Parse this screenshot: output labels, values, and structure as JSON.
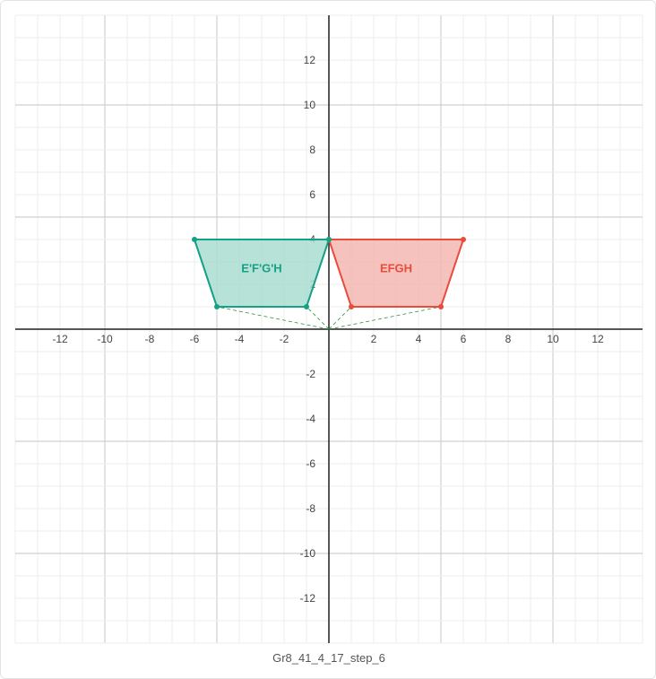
{
  "caption": "Gr8_41_4_17_step_6",
  "colors": {
    "original": "#e74c3c",
    "original_fill": "#f5b7b1",
    "image": "#16a085",
    "image_fill": "#a9ddd0",
    "guide": "#2e8b3e",
    "axis": "#222222",
    "grid_major": "#d0d0d0",
    "grid_minor": "#ececec"
  },
  "chart_data": {
    "type": "scatter",
    "xlim": [
      -14,
      14
    ],
    "ylim": [
      -14,
      14
    ],
    "grid": true,
    "x_ticks": [
      -12,
      -10,
      -8,
      -6,
      -4,
      -2,
      2,
      4,
      6,
      8,
      10,
      12
    ],
    "y_ticks": [
      12,
      10,
      8,
      6,
      4,
      2,
      -2,
      -4,
      -6,
      -8,
      -10,
      -12
    ],
    "shapes": [
      {
        "name": "EFGH",
        "label": "EFGH",
        "role": "original",
        "points": [
          [
            0,
            4
          ],
          [
            6,
            4
          ],
          [
            5,
            1
          ],
          [
            1,
            1
          ]
        ],
        "label_at": [
          3,
          2.7
        ]
      },
      {
        "name": "E'F'G'H",
        "label": "E'F'G'H",
        "role": "image",
        "points": [
          [
            0,
            4
          ],
          [
            -6,
            4
          ],
          [
            -5,
            1
          ],
          [
            -1,
            1
          ]
        ],
        "label_at": [
          -3,
          2.7
        ]
      }
    ],
    "guide_lines": [
      [
        [
          0,
          0
        ],
        [
          -5,
          1
        ]
      ],
      [
        [
          0,
          0
        ],
        [
          -1,
          1
        ]
      ],
      [
        [
          0,
          0
        ],
        [
          1,
          1
        ]
      ],
      [
        [
          0,
          0
        ],
        [
          5,
          1
        ]
      ]
    ]
  }
}
